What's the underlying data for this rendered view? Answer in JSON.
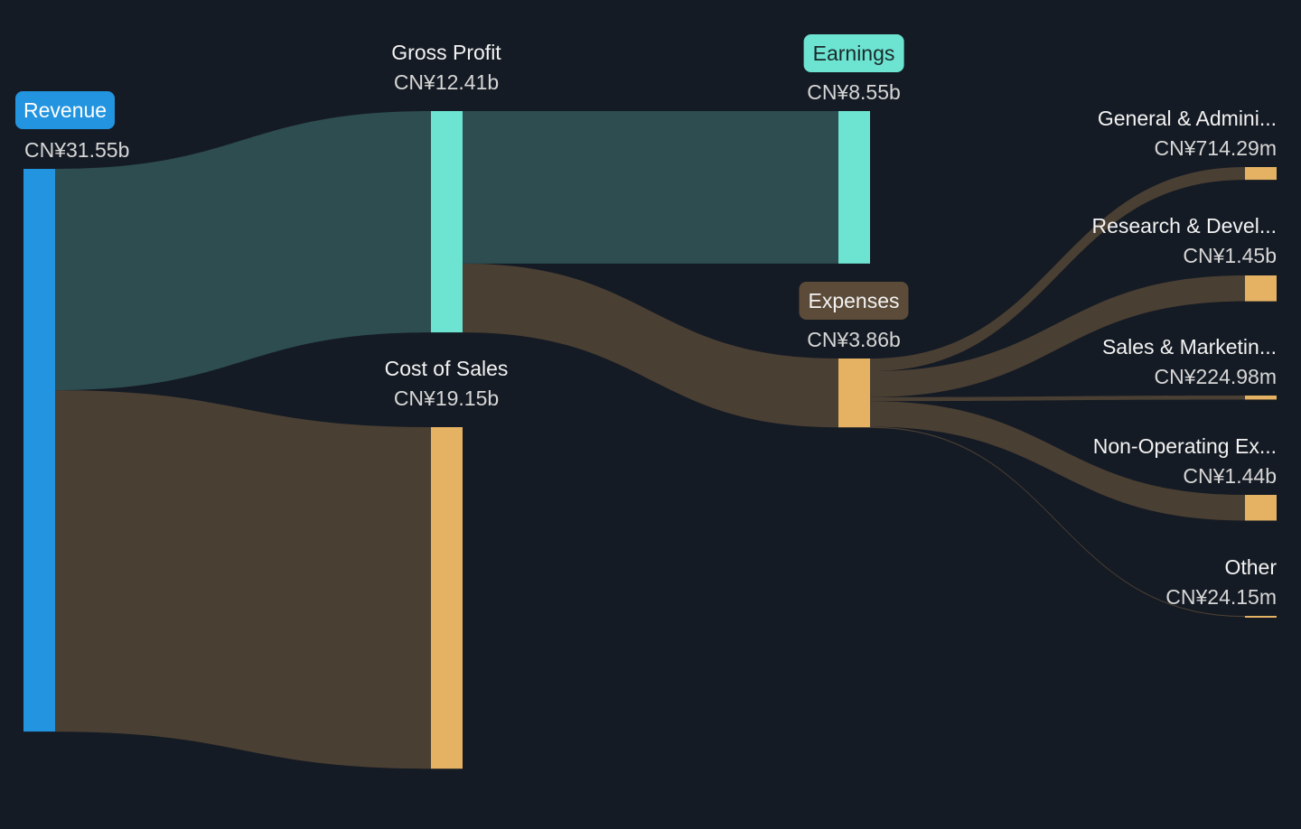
{
  "colors": {
    "background": "#151b24",
    "revenue": "#2394df",
    "profit": "#6de3d1",
    "expense": "#e5b263",
    "profit_link": "#2d4d50",
    "expense_link": "#4a3f33",
    "expenses_badge": "#5c4b38"
  },
  "chart_data": {
    "type": "sankey",
    "currency": "CN¥",
    "nodes": [
      {
        "id": "revenue",
        "label": "Revenue",
        "value_text": "CN¥31.55b",
        "value": 31.55
      },
      {
        "id": "gross_profit",
        "label": "Gross Profit",
        "value_text": "CN¥12.41b",
        "value": 12.41
      },
      {
        "id": "cost_of_sales",
        "label": "Cost of Sales",
        "value_text": "CN¥19.15b",
        "value": 19.15
      },
      {
        "id": "earnings",
        "label": "Earnings",
        "value_text": "CN¥8.55b",
        "value": 8.55
      },
      {
        "id": "expenses",
        "label": "Expenses",
        "value_text": "CN¥3.86b",
        "value": 3.86
      },
      {
        "id": "gna",
        "label": "General & Admini...",
        "value_text": "CN¥714.29m",
        "value": 0.71429
      },
      {
        "id": "rnd",
        "label": "Research & Devel...",
        "value_text": "CN¥1.45b",
        "value": 1.45
      },
      {
        "id": "snm",
        "label": "Sales & Marketin...",
        "value_text": "CN¥224.98m",
        "value": 0.22498
      },
      {
        "id": "nonop",
        "label": "Non-Operating Ex...",
        "value_text": "CN¥1.44b",
        "value": 1.44
      },
      {
        "id": "other",
        "label": "Other",
        "value_text": "CN¥24.15m",
        "value": 0.02415
      }
    ],
    "links": [
      {
        "source": "revenue",
        "target": "gross_profit",
        "value": 12.41,
        "kind": "profit"
      },
      {
        "source": "revenue",
        "target": "cost_of_sales",
        "value": 19.15,
        "kind": "expense"
      },
      {
        "source": "gross_profit",
        "target": "earnings",
        "value": 8.55,
        "kind": "profit"
      },
      {
        "source": "gross_profit",
        "target": "expenses",
        "value": 3.86,
        "kind": "expense"
      },
      {
        "source": "expenses",
        "target": "gna",
        "value": 0.71429,
        "kind": "expense"
      },
      {
        "source": "expenses",
        "target": "rnd",
        "value": 1.45,
        "kind": "expense"
      },
      {
        "source": "expenses",
        "target": "snm",
        "value": 0.22498,
        "kind": "expense"
      },
      {
        "source": "expenses",
        "target": "nonop",
        "value": 1.44,
        "kind": "expense"
      },
      {
        "source": "expenses",
        "target": "other",
        "value": 0.02415,
        "kind": "expense"
      }
    ]
  }
}
